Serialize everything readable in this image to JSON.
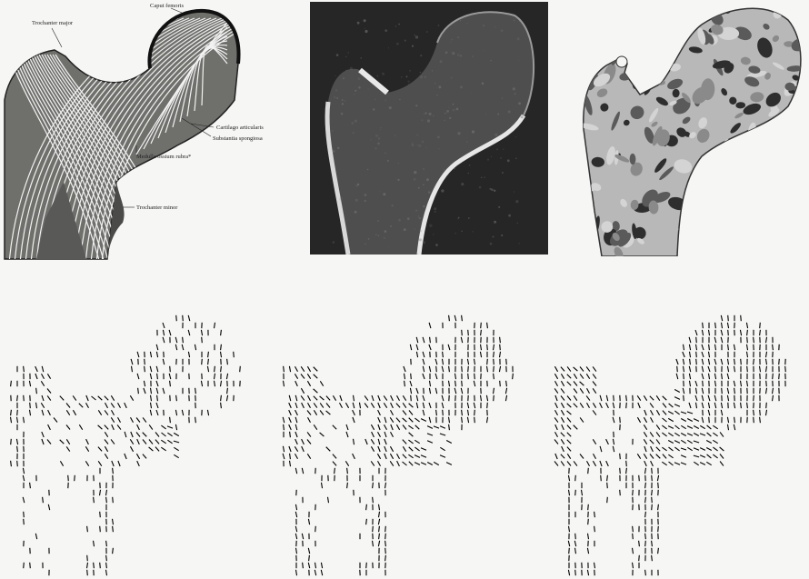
{
  "figure": {
    "anatomy": {
      "labels": {
        "caput": "Caput femoris",
        "trochanter_major": "Trochanter major",
        "cartilago": "Cartilago articularis",
        "substantia": "Substantia spongiosa",
        "medulla": "Medulla ossium rubra*",
        "trochanter_minor": "Trochanter minor"
      }
    }
  }
}
